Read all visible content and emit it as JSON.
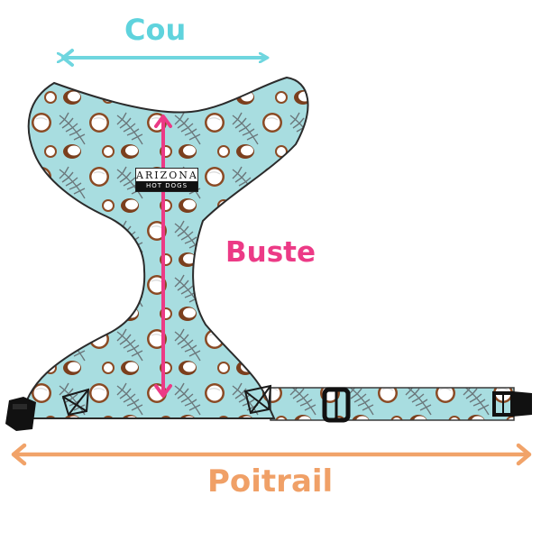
{
  "labels": {
    "neck": "Cou",
    "chest": "Buste",
    "girth": "Poitrail"
  },
  "brand": {
    "line1": "ARIZONA",
    "line2": "HOT DOGS"
  },
  "colors": {
    "neck_arrow": "#6fd6df",
    "chest_arrow": "#ec3a86",
    "girth_arrow": "#f1a369",
    "fabric": "#a8dde0",
    "coconut_shell": "#8a4a24",
    "coconut_flesh": "#ffffff",
    "palm_leaf": "#5f6468"
  },
  "icons": [
    "coconut-icon",
    "palm-leaf-icon",
    "buckle-icon",
    "slider-buckle-icon",
    "d-ring-icon"
  ]
}
